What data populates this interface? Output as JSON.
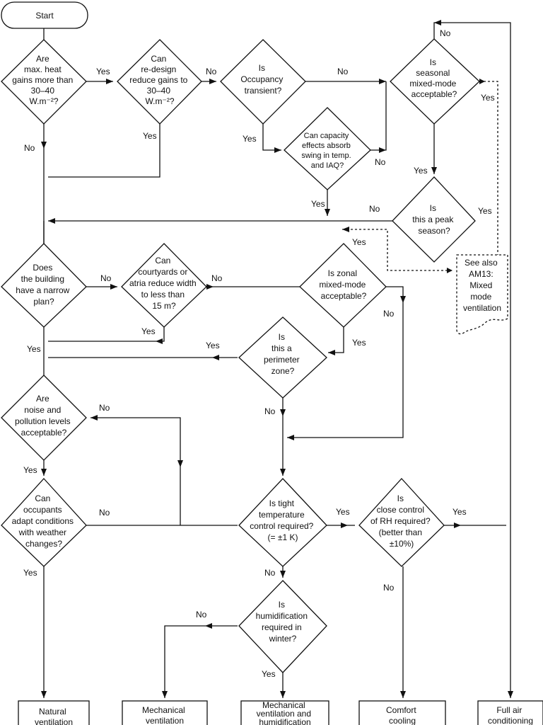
{
  "nodes": {
    "start": {
      "lines": [
        "Start"
      ]
    },
    "q_heat_gains": {
      "lines": [
        "Are",
        "max. heat",
        "gains more than",
        "30–40",
        "W.m⁻²?"
      ]
    },
    "q_redesign": {
      "lines": [
        "Can",
        "re-design",
        "reduce gains to",
        "30–40",
        "W.m⁻²?"
      ]
    },
    "q_occupancy": {
      "lines": [
        "Is",
        "Occupancy",
        "transient?"
      ]
    },
    "q_capacity": {
      "lines": [
        "Can capacity",
        "effects absorb",
        "swing in temp.",
        "and IAQ?"
      ]
    },
    "q_seasonal": {
      "lines": [
        "Is",
        "seasonal",
        "mixed-mode",
        "acceptable?"
      ]
    },
    "q_peak": {
      "lines": [
        "Is",
        "this a peak",
        "season?"
      ]
    },
    "note_am13": {
      "lines": [
        "See also",
        "AM13:",
        "Mixed",
        "mode",
        "ventilation"
      ]
    },
    "q_narrow": {
      "lines": [
        "Does",
        "the building",
        "have a narrow",
        "plan?"
      ]
    },
    "q_courtyards": {
      "lines": [
        "Can",
        "courtyards or",
        "atria reduce width",
        "to less than",
        "15 m?"
      ]
    },
    "q_zonal": {
      "lines": [
        "Is zonal",
        "mixed-mode",
        "acceptable?"
      ]
    },
    "q_perimeter": {
      "lines": [
        "Is",
        "this a",
        "perimeter",
        "zone?"
      ]
    },
    "q_noise": {
      "lines": [
        "Are",
        "noise and",
        "pollution levels",
        "acceptable?"
      ]
    },
    "q_occupants": {
      "lines": [
        "Can",
        "occupants",
        "adapt conditions",
        "with weather",
        "changes?"
      ]
    },
    "q_tight": {
      "lines": [
        "Is tight",
        "temperature",
        "control required?",
        "(= ±1 K)"
      ]
    },
    "q_rh": {
      "lines": [
        "Is",
        "close control",
        "of RH required?",
        "(better than",
        "±10%)"
      ]
    },
    "q_humid": {
      "lines": [
        "Is",
        "humidification",
        "required in",
        "winter?"
      ]
    },
    "r_natural": {
      "lines": [
        "Natural",
        "ventilation"
      ]
    },
    "r_mechanical": {
      "lines": [
        "Mechanical",
        "ventilation"
      ]
    },
    "r_mech_humid": {
      "lines": [
        "Mechanical",
        "ventilation and",
        "humidification"
      ]
    },
    "r_comfort": {
      "lines": [
        "Comfort",
        "cooling"
      ]
    },
    "r_full_ac": {
      "lines": [
        "Full air",
        "conditioning"
      ]
    }
  },
  "edge_labels": {
    "heat_yes": "Yes",
    "heat_no": "No",
    "redesign_no": "No",
    "redesign_yes": "Yes",
    "occ_no": "No",
    "occ_yes": "Yes",
    "cap_no": "No",
    "cap_yes": "Yes",
    "seasonal_no": "No",
    "seasonal_yes_dotted": "Yes",
    "seasonal_yes": "Yes",
    "peak_no": "No",
    "peak_yes": "Yes",
    "peak_yes_dotted": "Yes",
    "narrow_no": "No",
    "narrow_yes": "Yes",
    "court_no": "No",
    "court_yes": "Yes",
    "zonal_no": "No",
    "zonal_yes": "Yes",
    "perim_yes": "Yes",
    "perim_no": "No",
    "noise_no": "No",
    "noise_yes": "Yes",
    "occupants_no": "No",
    "occupants_yes": "Yes",
    "tight_yes": "Yes",
    "tight_no": "No",
    "rh_yes": "Yes",
    "rh_no": "No",
    "humid_no": "No",
    "humid_yes": "Yes"
  }
}
